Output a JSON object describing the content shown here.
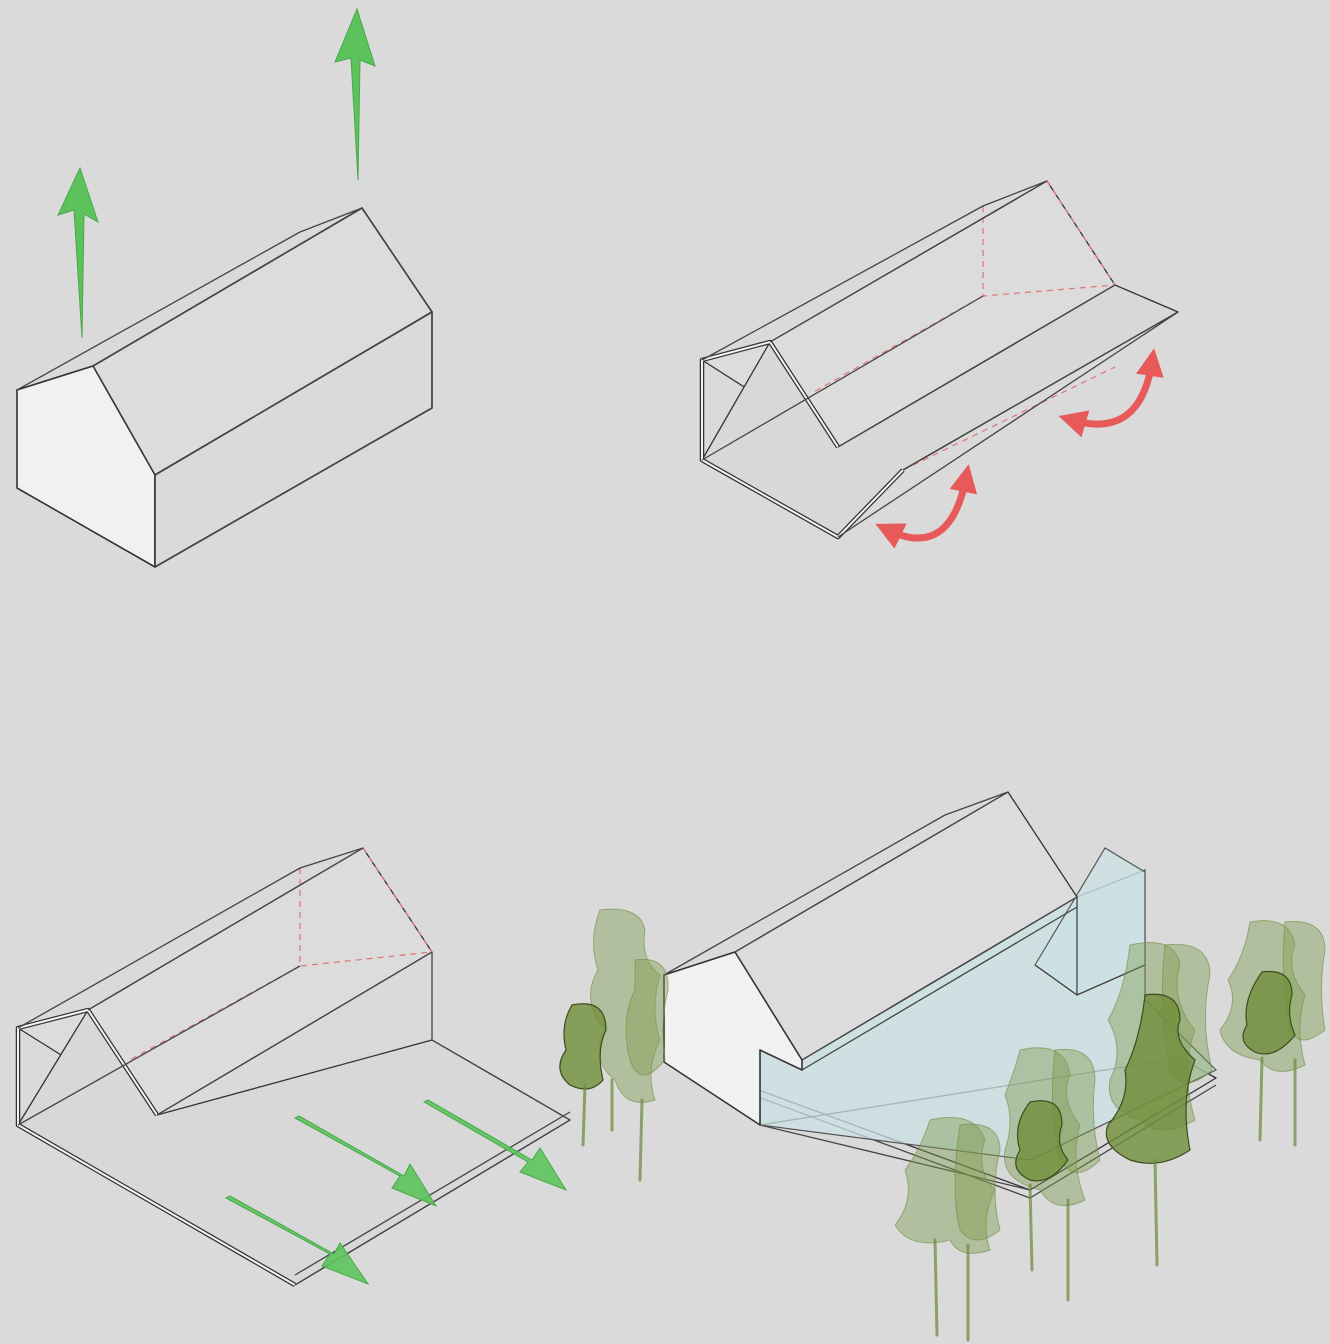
{
  "colors": {
    "background": "#dadada",
    "outline": "#333333",
    "wall_fill": "#f1f1f1",
    "growth_arrow": "#5cc35c",
    "fold_arrow": "#e85a5a",
    "hidden_edge": "#e07a7a",
    "glass": "#c9e2e4",
    "tree": "#7d9c4c"
  },
  "panels": [
    {
      "name": "gable-volume-extrusion",
      "icon": "up-arrow-icon"
    },
    {
      "name": "roof-fold-operation",
      "icon": "curved-arrow-icon"
    },
    {
      "name": "ground-extension",
      "icon": "diagonal-arrow-icon"
    },
    {
      "name": "final-building-with-trees",
      "icon": "tree-icon"
    }
  ]
}
